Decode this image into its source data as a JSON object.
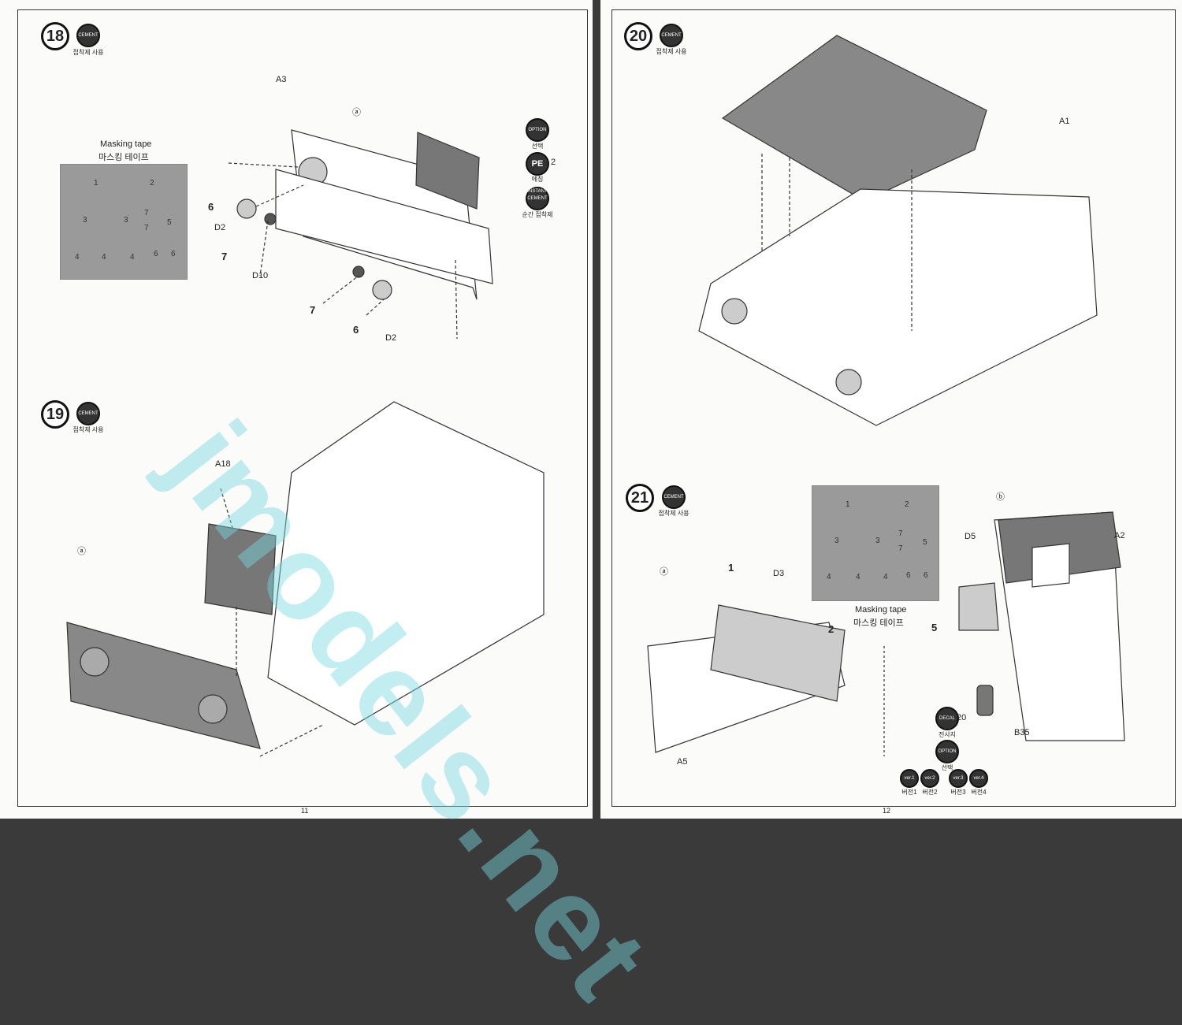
{
  "cement_badge": "CEMENT",
  "cement_caption": "접착제 사용",
  "step18": {
    "number": "18",
    "labels": {
      "a3": "A3",
      "a": "ⓐ",
      "six1": "6",
      "d2_1": "D2",
      "seven1": "7",
      "d10": "D10",
      "seven2": "7",
      "six2": "6",
      "d2_2": "D2",
      "pe_qty": "2"
    },
    "mask_title": "Masking tape",
    "mask_title_ko": "마스킹 테이프",
    "mask_numbers": [
      "1",
      "2",
      "3",
      "3",
      "7",
      "7",
      "5",
      "4",
      "4",
      "4",
      "6",
      "6"
    ],
    "option_badge": "OPTION",
    "option_caption": "선택",
    "pe_badge": "PE",
    "pe_caption": "에칭",
    "instant_badge": "INSTANT CEMENT",
    "instant_caption": "순간 접착제"
  },
  "step19": {
    "number": "19",
    "labels": {
      "a18": "A18",
      "a": "ⓐ"
    }
  },
  "step20": {
    "number": "20",
    "labels": {
      "a1": "A1"
    }
  },
  "step21": {
    "number": "21",
    "labels": {
      "a": "ⓐ",
      "one": "1",
      "d3": "D3",
      "two": "2",
      "a5": "A5",
      "b": "ⓑ",
      "d5": "D5",
      "a2": "A2",
      "five": "5",
      "twenty": "20",
      "b35": "B35"
    },
    "mask_title": "Masking tape",
    "mask_title_ko": "마스킹 테이프",
    "mask_numbers": [
      "1",
      "2",
      "3",
      "3",
      "7",
      "7",
      "5",
      "4",
      "4",
      "4",
      "6",
      "6"
    ],
    "decal_badge": "DECAL",
    "decal_caption": "전사지",
    "option_badge": "OPTION",
    "option_caption": "선택",
    "versions": [
      {
        "badge": "ver.1",
        "caption": "버전1"
      },
      {
        "badge": "ver.2",
        "caption": "버전2"
      },
      {
        "badge": "ver.3",
        "caption": "버전3"
      },
      {
        "badge": "ver.4",
        "caption": "버전4"
      }
    ]
  },
  "page_numbers": {
    "left": "11",
    "right": "12"
  },
  "watermark": "jmodels.net"
}
